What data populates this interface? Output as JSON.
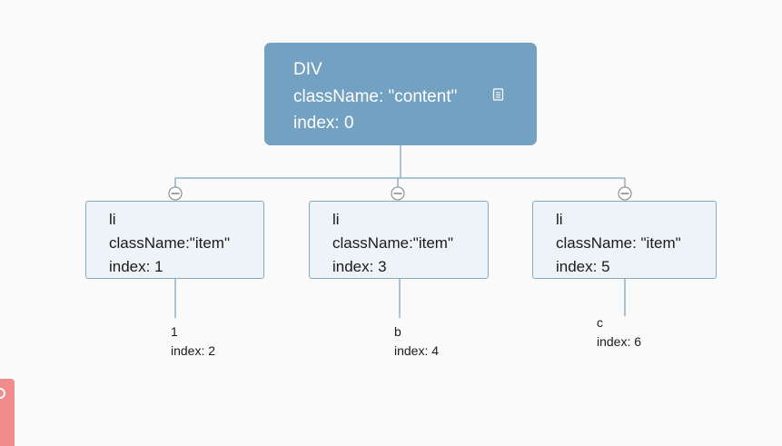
{
  "root": {
    "line1": "DIV",
    "line2": "className: \"content\"",
    "line3": "index: 0",
    "icon": "note-icon"
  },
  "children": [
    {
      "line1": "li",
      "line2": "className:\"item\"",
      "line3": "index: 1"
    },
    {
      "line1": "li",
      "line2": "className:\"item\"",
      "line3": "index: 3"
    },
    {
      "line1": "li",
      "line2": "className: \"item\"",
      "line3": "index: 5"
    }
  ],
  "leaves": [
    {
      "text": "1",
      "index": "index: 2"
    },
    {
      "text": "b",
      "index": "index: 4"
    },
    {
      "text": "c",
      "index": "index: 6"
    }
  ],
  "colors": {
    "root_fill": "#73a1c1",
    "child_fill": "#eef3f7",
    "border": "#86aac4",
    "connector": "#7ea6c0",
    "background": "#fafafa"
  },
  "collapse_icon": "minus-circle-icon"
}
